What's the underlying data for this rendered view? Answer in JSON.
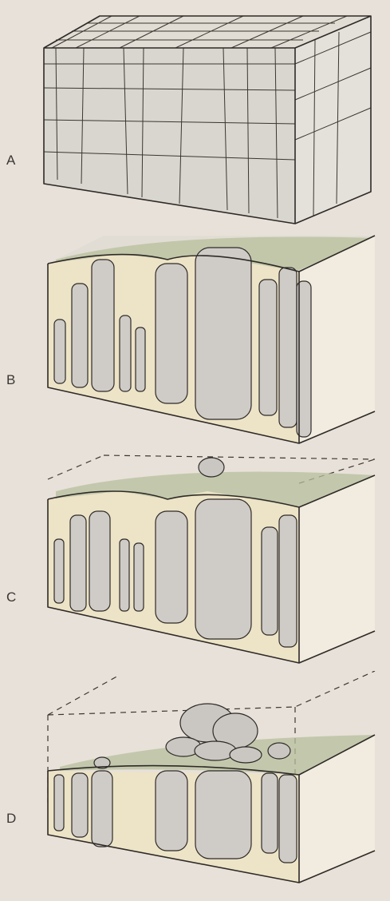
{
  "stages": [
    {
      "label": "A"
    },
    {
      "label": "B"
    },
    {
      "label": "C"
    },
    {
      "label": "D"
    }
  ],
  "colors": {
    "background": "#e8e1d9",
    "rock": "#d9d6cf",
    "weathered_sand": "#ede3c6",
    "vegetation": "#b7bf9c",
    "outline": "#2e2a27"
  }
}
